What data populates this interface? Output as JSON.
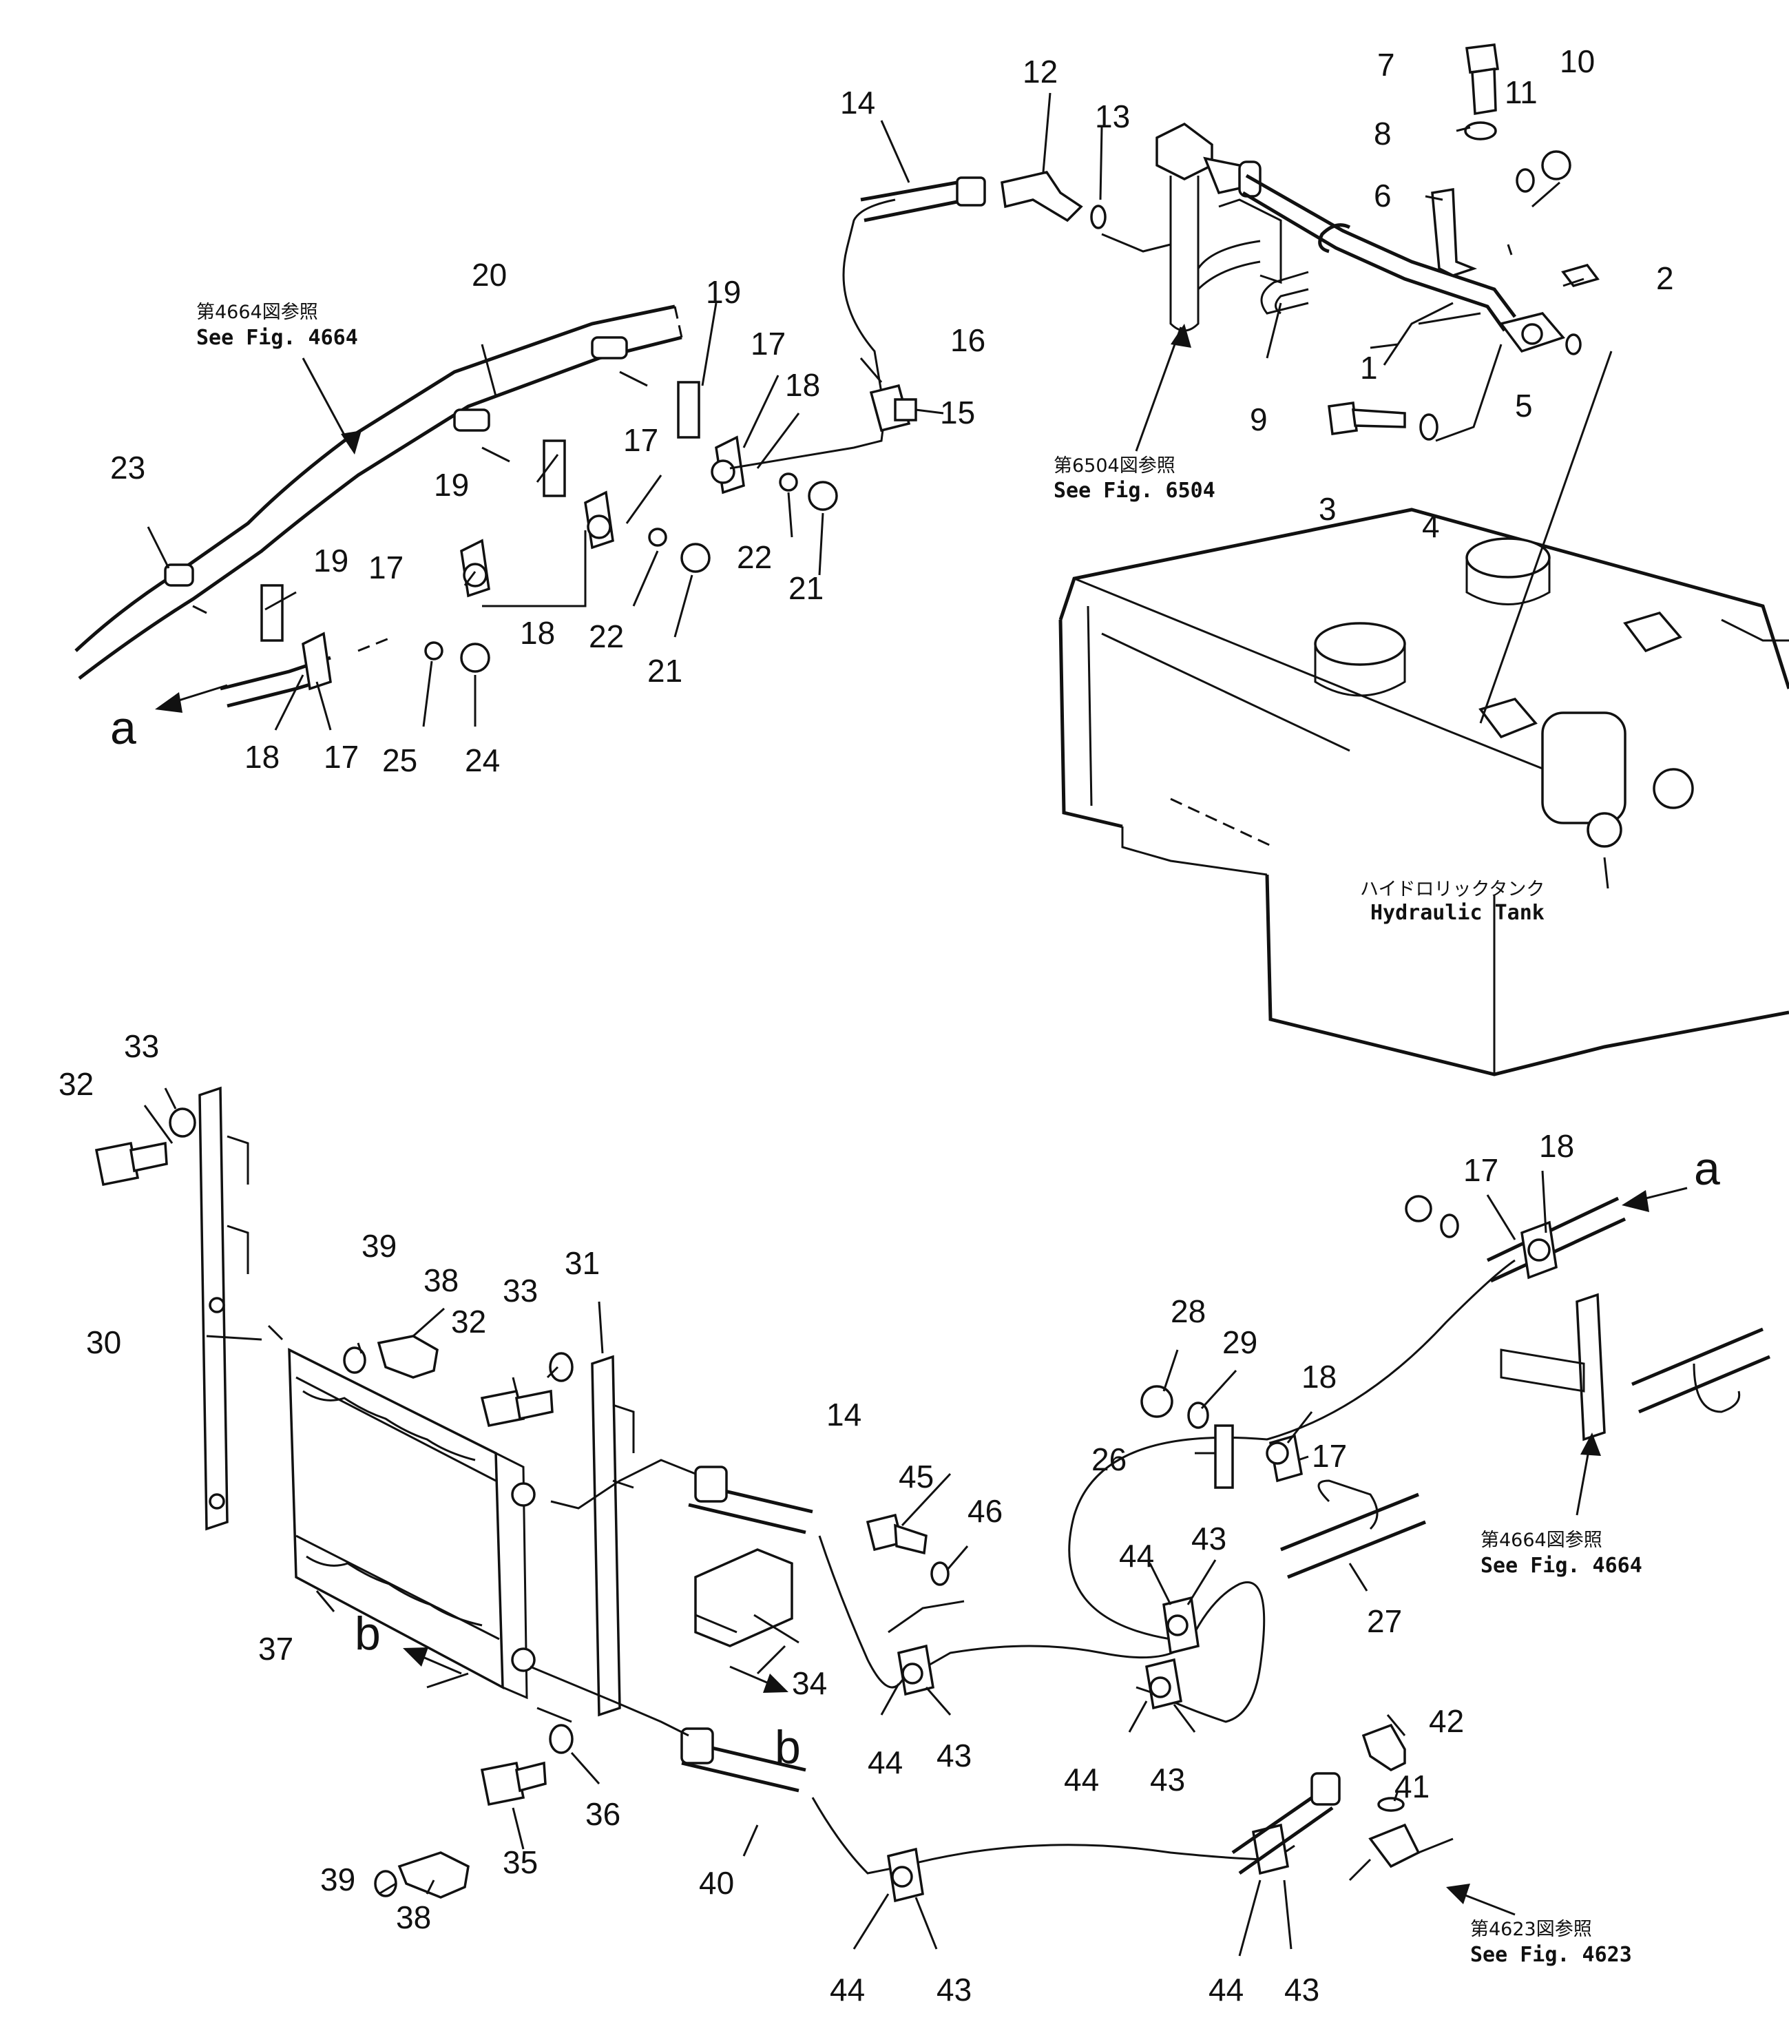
{
  "references": {
    "fig4664_top": {
      "jp": "第4664図参照",
      "en": "See  Fig. 4664"
    },
    "fig6504": {
      "jp": "第6504図参照",
      "en": "See  Fig. 6504"
    },
    "fig4664_bottom": {
      "jp": "第4664図参照",
      "en": "See  Fig. 4664"
    },
    "fig4623": {
      "jp": "第4623図参照",
      "en": "See  Fig. 4623"
    }
  },
  "tank_label": {
    "jp": "ハイドロリックタンク",
    "en": "Hydraulic  Tank"
  },
  "letters": {
    "a": "a",
    "b": "b"
  },
  "callouts": {
    "c1": "1",
    "c2": "2",
    "c3": "3",
    "c4": "4",
    "c5": "5",
    "c6": "6",
    "c7": "7",
    "c8": "8",
    "c9": "9",
    "c10": "10",
    "c11": "11",
    "c12": "12",
    "c13": "13",
    "c14": "14",
    "c15": "15",
    "c16": "16",
    "c17": "17",
    "c18": "18",
    "c19": "19",
    "c20": "20",
    "c21": "21",
    "c22": "22",
    "c23": "23",
    "c24": "24",
    "c25": "25",
    "c26": "26",
    "c27": "27",
    "c28": "28",
    "c29": "29",
    "c30": "30",
    "c31": "31",
    "c32": "32",
    "c33": "33",
    "c34": "34",
    "c35": "35",
    "c36": "36",
    "c37": "37",
    "c38": "38",
    "c39": "39",
    "c40": "40",
    "c41": "41",
    "c42": "42",
    "c43": "43",
    "c44": "44",
    "c45": "45",
    "c46": "46"
  }
}
